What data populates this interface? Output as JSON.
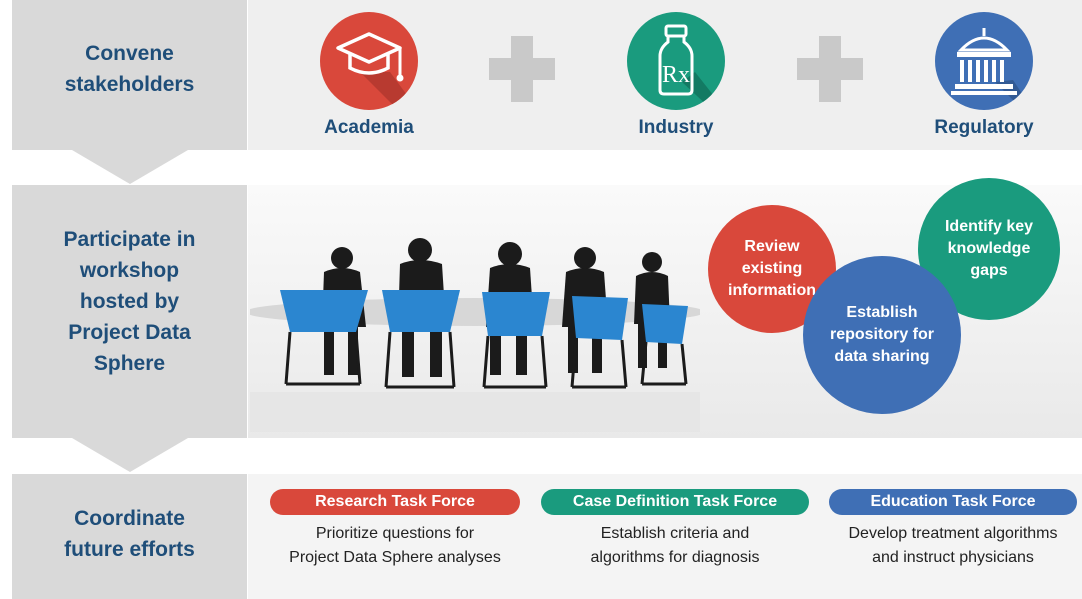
{
  "rows": {
    "convene": {
      "label": "Convene stakeholders"
    },
    "participate": {
      "label": "Participate in workshop hosted by Project Data Sphere"
    },
    "coordinate": {
      "label": "Coordinate future efforts"
    }
  },
  "stakeholders": [
    {
      "name": "Academia",
      "icon": "graduation-cap-icon",
      "color": "#d9483b"
    },
    {
      "name": "Industry",
      "icon": "rx-bottle-icon",
      "color": "#1a9b7e"
    },
    {
      "name": "Regulatory",
      "icon": "government-building-icon",
      "color": "#3f6fb5"
    }
  ],
  "workshop_image": "meeting-silhouette",
  "bubbles": [
    {
      "label": "Review existing information",
      "color": "#d9483b"
    },
    {
      "label": "Identify key knowledge gaps",
      "color": "#1a9b7e"
    },
    {
      "label": "Establish repository for data sharing",
      "color": "#3f6fb5"
    }
  ],
  "task_forces": [
    {
      "title": "Research Task Force",
      "desc_line1": "Prioritize questions for",
      "desc_line2": "Project Data Sphere analyses",
      "color": "#d9483b"
    },
    {
      "title": "Case Definition Task Force",
      "desc_line1": "Establish criteria and",
      "desc_line2": "algorithms for diagnosis",
      "color": "#1a9b7e"
    },
    {
      "title": "Education Task Force",
      "desc_line1": "Develop treatment algorithms",
      "desc_line2": "and instruct physicians",
      "color": "#3f6fb5"
    }
  ]
}
